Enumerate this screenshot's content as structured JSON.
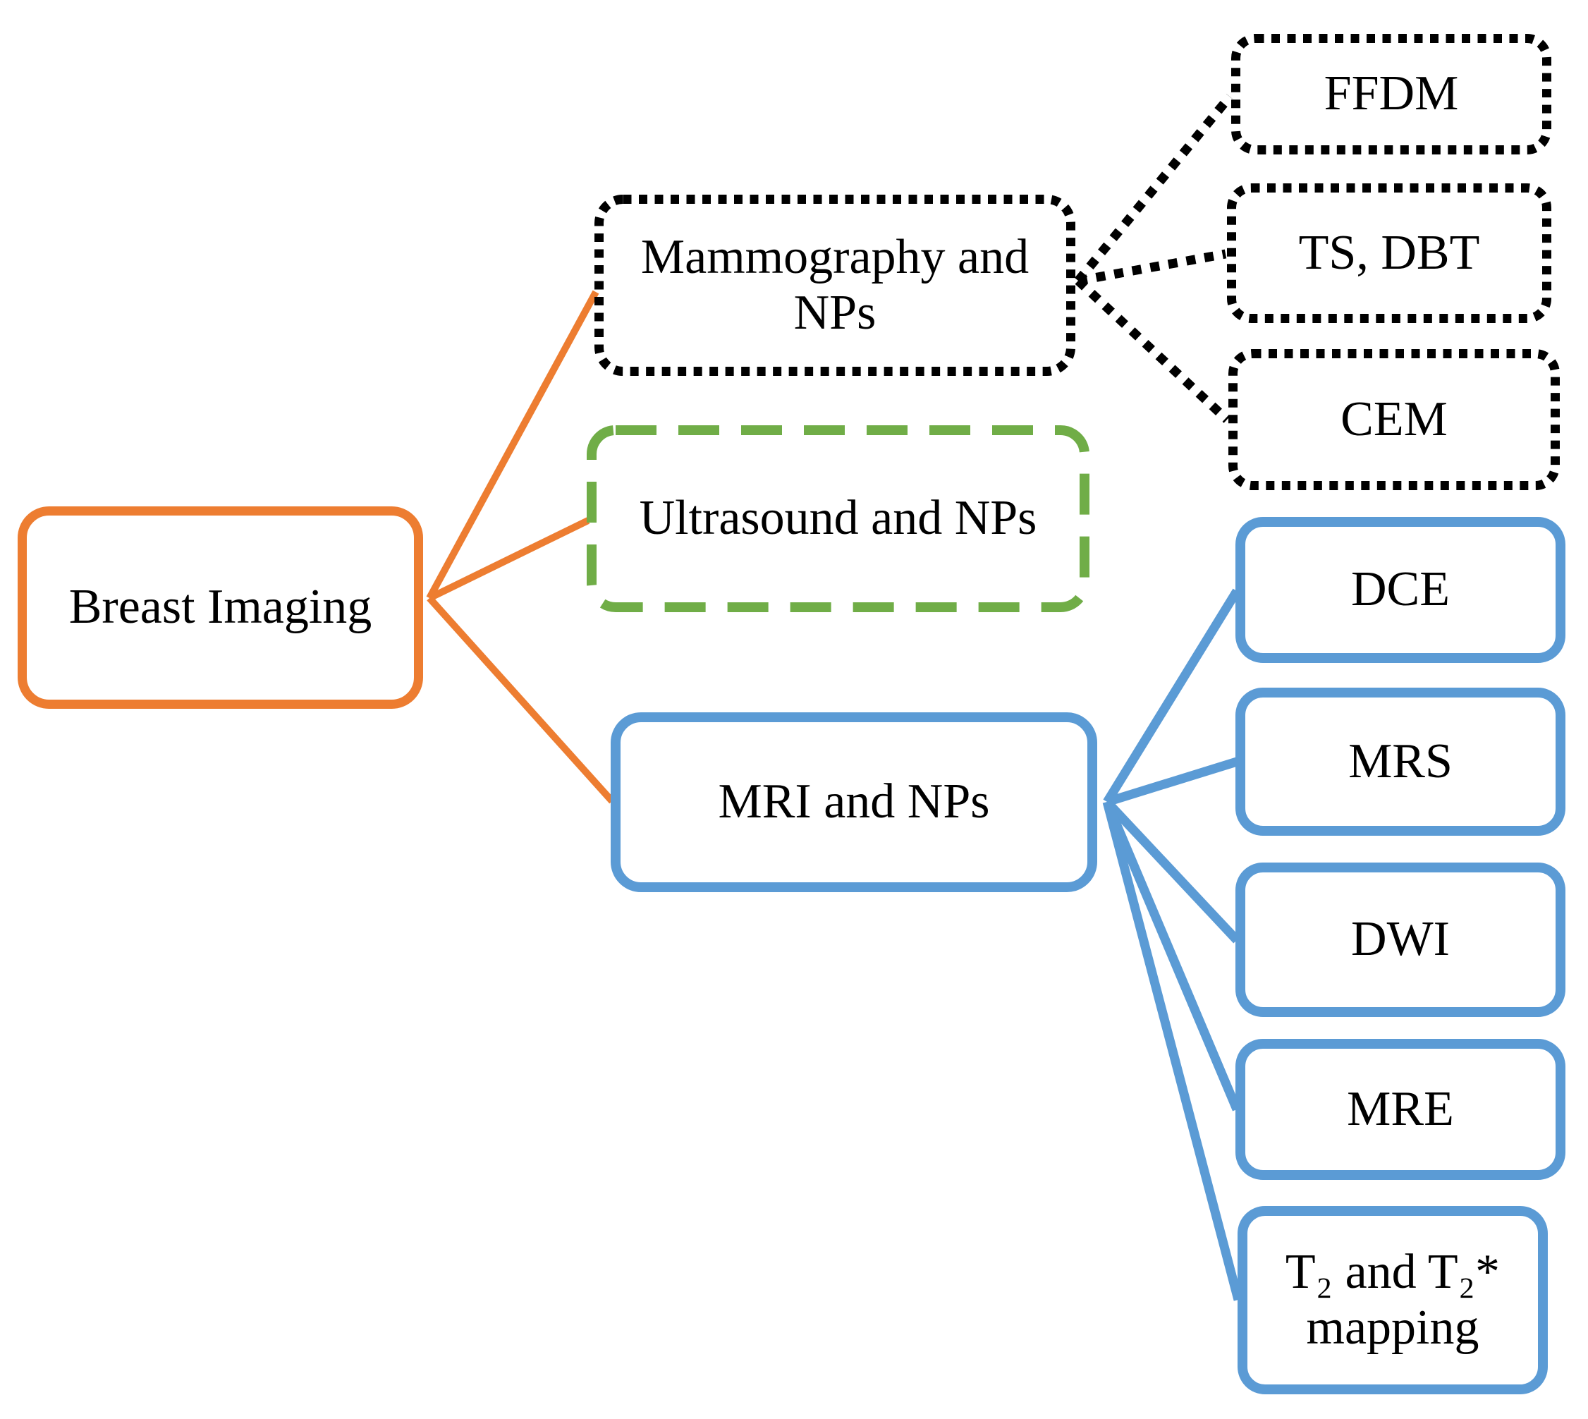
{
  "figure": {
    "title": "Breast imaging modalities diagram",
    "nodes": {
      "breast_imaging": {
        "label": "Breast Imaging"
      },
      "mammography": {
        "label": "Mammography and NPs"
      },
      "ultrasound": {
        "label": "Ultrasound and NPs"
      },
      "mri": {
        "label": "MRI and NPs"
      },
      "ffdm": {
        "label": "FFDM"
      },
      "ts_dbt": {
        "label": "TS, DBT"
      },
      "cem": {
        "label": "CEM"
      },
      "dce": {
        "label": "DCE"
      },
      "mrs": {
        "label": "MRS"
      },
      "dwi": {
        "label": "DWI"
      },
      "mre": {
        "label": "MRE"
      },
      "t2_mapping": {
        "label": "T₂ and T₂* mapping"
      }
    },
    "edges": [
      [
        "breast_imaging",
        "mammography"
      ],
      [
        "breast_imaging",
        "ultrasound"
      ],
      [
        "breast_imaging",
        "mri"
      ],
      [
        "mammography",
        "ffdm"
      ],
      [
        "mammography",
        "ts_dbt"
      ],
      [
        "mammography",
        "cem"
      ],
      [
        "mri",
        "dce"
      ],
      [
        "mri",
        "mrs"
      ],
      [
        "mri",
        "dwi"
      ],
      [
        "mri",
        "mre"
      ],
      [
        "mri",
        "t2_mapping"
      ]
    ],
    "colors": {
      "orange": "#ED7D31",
      "green": "#70AD47",
      "blue": "#5B9BD5",
      "black": "#000000"
    }
  }
}
